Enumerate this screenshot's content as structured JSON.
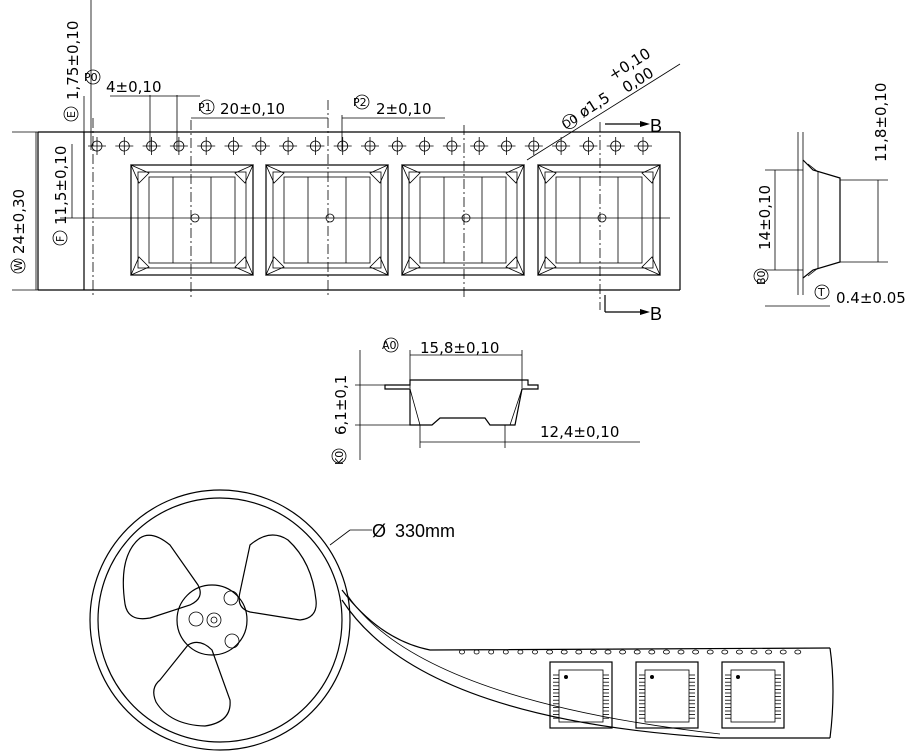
{
  "dimensions": {
    "E": {
      "symbol": "E",
      "value": "1,75±0,10"
    },
    "P0": {
      "symbol": "P0",
      "value": "4±0,10"
    },
    "P1": {
      "symbol": "P1",
      "value": "20±0,10"
    },
    "P2": {
      "symbol": "P2",
      "value": "2±0,10"
    },
    "D0": {
      "symbol": "D0",
      "value": "ø1,5",
      "tol_plus": "+0,10",
      "tol_minus": "0,00"
    },
    "W": {
      "symbol": "W",
      "value": "24±0,30"
    },
    "F": {
      "symbol": "F",
      "value": "11,5±0,10"
    },
    "A0": {
      "symbol": "A0",
      "value": "15,8±0,10"
    },
    "K0": {
      "symbol": "K0",
      "value": "6,1±0,1"
    },
    "cavity_bottom": {
      "value": "12,4±0,10"
    },
    "B0": {
      "symbol": "B0",
      "value": "14±0,10"
    },
    "B1": {
      "value": "11,8±0,10"
    },
    "T": {
      "symbol": "T",
      "value": "0.4±0.05"
    }
  },
  "section": {
    "label_top": "B",
    "label_bottom": "B"
  },
  "reel": {
    "diameter_label": "330mm",
    "diameter_symbol": "Ø"
  }
}
